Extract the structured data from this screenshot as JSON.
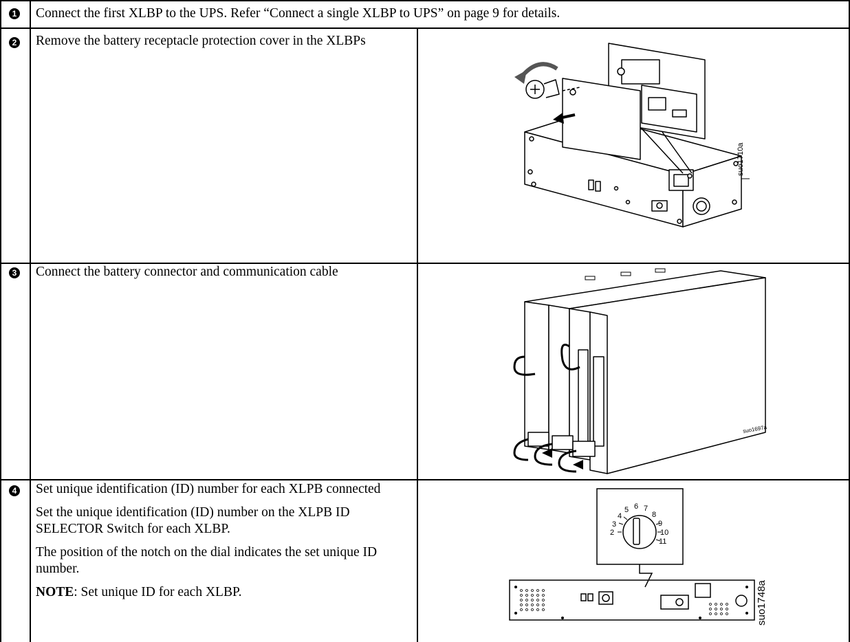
{
  "steps": [
    {
      "number": "1",
      "text": "Connect the first XLBP to the UPS. Refer “Connect a single XLBP to UPS” on page 9 for details."
    },
    {
      "number": "2",
      "text": "Remove the battery receptacle protection cover in the XLBPs",
      "figure_code": "suo1710a"
    },
    {
      "number": "3",
      "text": "Connect the battery connector and communication cable",
      "figure_code": "suo1697a"
    },
    {
      "number": "4",
      "heading": "Set unique identification (ID) number for each XLPB connected",
      "para1": "Set the unique identification (ID) number on the XLPB ID SELECTOR Switch for each XLBP.",
      "para2": "The position of the notch on the dial indicates the set unique ID number.",
      "note_label": "NOTE",
      "note_text": ": Set unique ID for each XLBP.",
      "figure_code": "suo1748a",
      "dial_numbers": [
        "2",
        "3",
        "4",
        "5",
        "6",
        "7",
        "8",
        "9",
        "10",
        "11"
      ]
    }
  ]
}
